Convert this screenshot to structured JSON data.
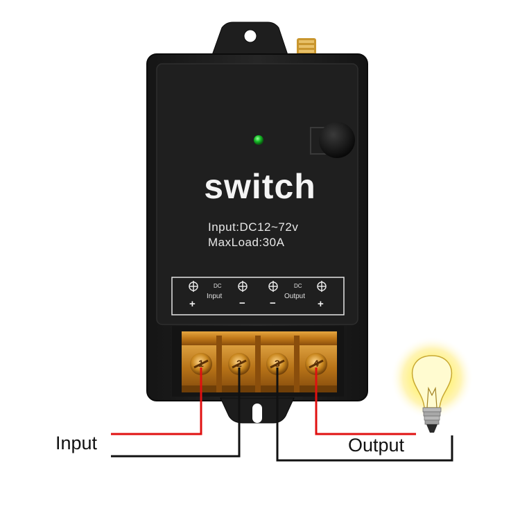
{
  "device": {
    "title": "switch",
    "spec_input": "Input:DC12~72v",
    "spec_maxload": "MaxLoad:30A"
  },
  "terminal_panel": {
    "dc_left": "DC",
    "input_label": "Input",
    "dc_right": "DC",
    "output_label": "Output",
    "sign_1": "+",
    "sign_2": "−",
    "sign_3": "−",
    "sign_4": "+"
  },
  "terminal_block": {
    "numbers": [
      "1",
      "2",
      "3",
      "4"
    ]
  },
  "wiring": {
    "input_label": "Input",
    "output_label": "Output",
    "colors": {
      "positive": "#e01010",
      "negative": "#111111"
    }
  },
  "colors": {
    "housing": "#1c1c1c",
    "led": "#18c02a",
    "terminal_amber": "#c8861e",
    "bulb_glow": "#fff36a"
  },
  "icons": [
    "led-indicator-icon",
    "antenna-connector-icon",
    "screw-terminal-icon",
    "light-bulb-icon"
  ]
}
